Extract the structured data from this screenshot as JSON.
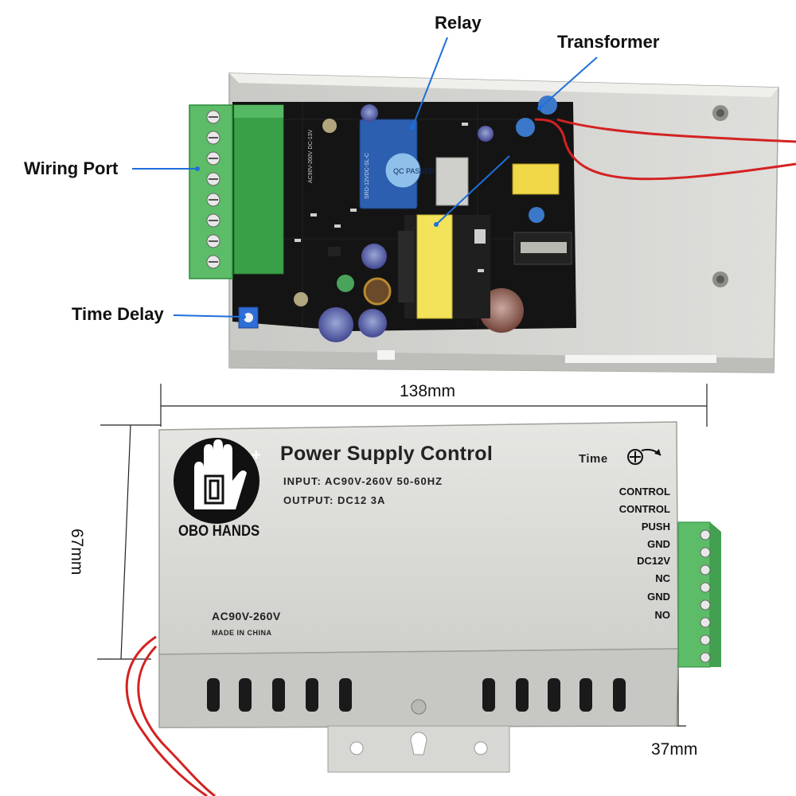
{
  "callouts": {
    "relay": "Relay",
    "transformer": "Transformer",
    "wiring_port": "Wiring Port",
    "time_delay": "Time Delay"
  },
  "dimensions": {
    "length": "138mm",
    "width": "67mm",
    "height": "37mm"
  },
  "case_label": {
    "title": "Power Supply Control",
    "input": "INPUT: AC90V-260V 50-60HZ",
    "output": "OUTPUT: DC12 3A",
    "time": "Time",
    "ac_rating": "AC90V-260V",
    "origin": "MADE IN CHINA",
    "brand": "OBO HANDS"
  },
  "terminals": [
    "CONTROL",
    "CONTROL",
    "PUSH",
    "GND",
    "DC12V",
    "NC",
    "GND",
    "NO"
  ],
  "pcb_marks": {
    "relay_text": "SRD-12VDC-SL-C",
    "qc_text": "QC PASSED",
    "board_text": "AC90V-260V DC-13V"
  },
  "colors": {
    "pcb": "#141414",
    "terminal_green": "#4caf50",
    "case_grey": "#d9d9d6",
    "wire_red": "#d32222",
    "callout_line": "#1e6fd9"
  }
}
